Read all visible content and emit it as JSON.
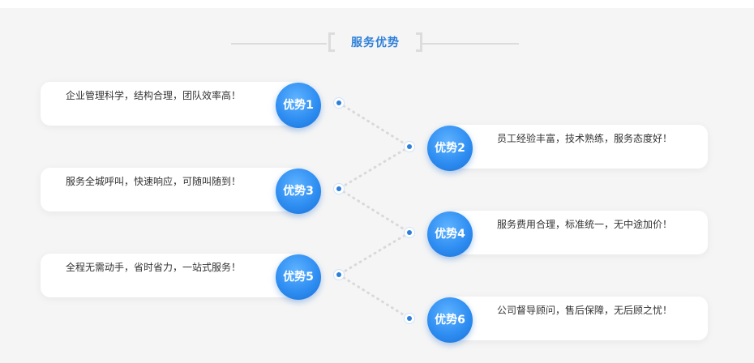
{
  "title": "服务优势",
  "advantages": [
    {
      "label": "优势1",
      "text": "企业管理科学，结构合理，团队效率高！"
    },
    {
      "label": "优势2",
      "text": "员工经验丰富，技术熟练，服务态度好！"
    },
    {
      "label": "优势3",
      "text": "服务全城呼叫，快速响应，可随叫随到！"
    },
    {
      "label": "优势4",
      "text": "服务费用合理，标准统一，无中途加价！"
    },
    {
      "label": "优势5",
      "text": "全程无需动手，省时省力，一站式服务！"
    },
    {
      "label": "优势6",
      "text": "公司督导顾问，售后保障，无后顾之忧！"
    }
  ],
  "colors": {
    "accent": "#2d7fd9",
    "background": "#f5f5f5",
    "card": "#ffffff"
  }
}
